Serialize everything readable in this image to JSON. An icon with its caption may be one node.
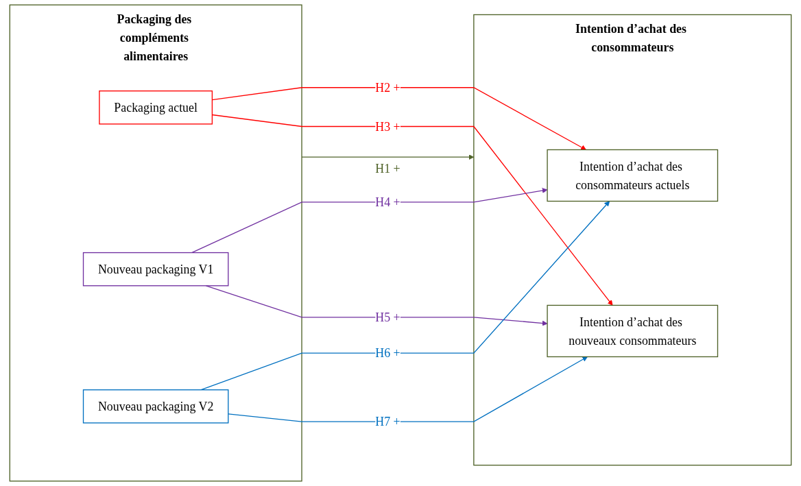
{
  "diagram": {
    "nodes": [
      {
        "text": [
          "Packaging des compléments alimentaires"
        ]
      },
      {
        "text": [
          "Packaging actuel"
        ],
        "in": 0
      },
      {
        "text": [
          "Nouveau packaging V1"
        ],
        "in": 0
      },
      {
        "text": [
          "Nouveau packaging V2"
        ],
        "in": 0
      },
      {
        "text": [
          "Intention d’achat des consommateurs"
        ]
      },
      {
        "text": [
          "Intention d’achat des consommateurs actuels"
        ],
        "in": 4
      },
      {
        "text": [
          "Intention d’achat des nouveaux consommateurs"
        ],
        "in": 4
      }
    ],
    "edges": [
      {
        "from": 0,
        "to": 4,
        "arrow": "to",
        "label": "H1 +",
        "color": "#4f6228"
      },
      {
        "from": 1,
        "to": 5,
        "arrow": "to",
        "label": "H2 +",
        "color": "#ff0000"
      },
      {
        "from": 1,
        "to": 6,
        "arrow": "to",
        "label": "H3 +",
        "color": "#ff0000"
      },
      {
        "from": 2,
        "to": 5,
        "arrow": "to",
        "label": "H4 +",
        "color": "#7030a0"
      },
      {
        "from": 2,
        "to": 6,
        "arrow": "to",
        "label": "H5 +",
        "color": "#7030a0"
      },
      {
        "from": 3,
        "to": 5,
        "arrow": "to",
        "label": "H6 +",
        "color": "#0070c0"
      },
      {
        "from": 3,
        "to": 6,
        "arrow": "to",
        "label": "H7 +",
        "color": "#0070c0"
      }
    ]
  }
}
